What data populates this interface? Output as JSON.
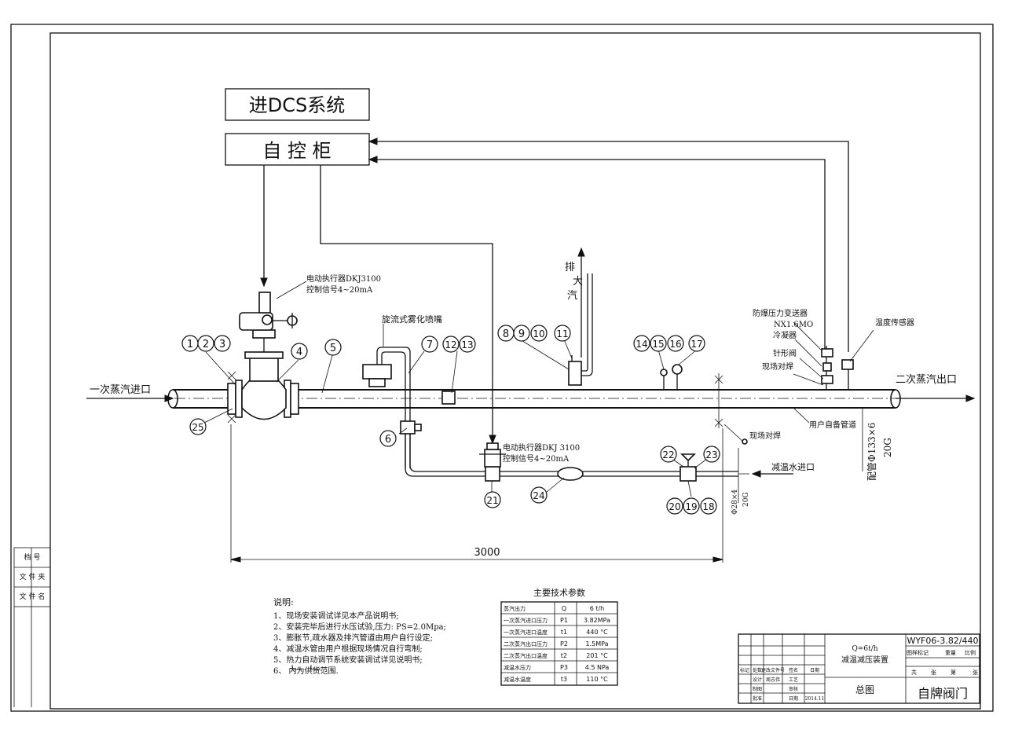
{
  "boxes": {
    "dcs": "进DCS系统",
    "cabinet": "自 控 柜"
  },
  "labels": {
    "steam_in": "一次蒸汽进口",
    "steam_out": "二次蒸汽出口",
    "exhaust": [
      "排",
      "大",
      "汽"
    ],
    "actuator1_line1": "电动执行器DKJ3100",
    "actuator1_line2": "控制信号4~20mA",
    "actuator2_line1": "电动执行器DKJ 3100",
    "actuator2_line2": "控制信号4~20mA",
    "nozzle": "旋流式雾化喷嘴",
    "transmitter_line1": "防爆压力变送器",
    "transmitter_line2": "NX1.6MO",
    "condenser": "冷凝器",
    "needle_valve": "针形阀",
    "site_weld1": "现场对焊",
    "temp_sensor": "温度传感器",
    "user_pipe": "用户自备管道",
    "site_weld2": "现场对焊",
    "water_in": "减温水进口",
    "pipe_spec": "配管Φ133×6",
    "pipe_mat": "20G",
    "water_pipe_spec": "Φ28×4",
    "water_pipe_mat": "20G",
    "dimension": "3000"
  },
  "bubbles": [
    "1",
    "2",
    "3",
    "4",
    "5",
    "6",
    "7",
    "8",
    "9",
    "10",
    "11",
    "12",
    "13",
    "14",
    "15",
    "16",
    "17",
    "18",
    "19",
    "20",
    "21",
    "22",
    "23",
    "24",
    "25"
  ],
  "side_table": [
    "档  号",
    "文 件 夹",
    "文 件 名"
  ],
  "notes": {
    "title": "说明:",
    "items": [
      "1、现场安装调试详见本产品说明书;",
      "2、安装完毕后进行水压试验,压力: PS=2.0Mpa;",
      "3、膨胀节,疏水器及排汽管道由用户自行设定;",
      "4、减温水管由用户根据现场情况自行弯制;",
      "5、热力自动调节系统安装调试详见说明书;",
      "6、    内为供货范围."
    ]
  },
  "params": {
    "title": "主要技术参数",
    "rows": [
      [
        "蒸汽出力",
        "Q",
        "6 t/h"
      ],
      [
        "一次蒸汽进口压力",
        "P1",
        "3.82MPa"
      ],
      [
        "一次蒸汽进口温度",
        "t1",
        "440 °C"
      ],
      [
        "二次蒸汽出口压力",
        "P2",
        "1.5MPa"
      ],
      [
        "二次蒸汽出口温度",
        "t2",
        "201 °C"
      ],
      [
        "减温水压力",
        "P3",
        "4.5 NPa"
      ],
      [
        "减温水温度",
        "t3",
        "110 °C"
      ]
    ]
  },
  "title_block": {
    "drawing_no": "WYF06-3.82/440",
    "product_line1": "Q=6t/h",
    "product_line2": "减温减压装置",
    "view_name": "总图",
    "company": "自牌阀门",
    "header_cells": [
      "图样标记",
      "重量",
      "比例"
    ],
    "sheet_cells": [
      "共",
      "张",
      "第",
      "张"
    ],
    "rev_cells": [
      "标记",
      "处数",
      "更改文件号",
      "签名",
      "日期"
    ],
    "sign_rows": [
      [
        "设计",
        "周志伟",
        "工艺",
        ""
      ],
      [
        "制图",
        "",
        "审核",
        ""
      ],
      [
        "批准",
        "",
        "日期",
        "2014.11"
      ]
    ]
  }
}
